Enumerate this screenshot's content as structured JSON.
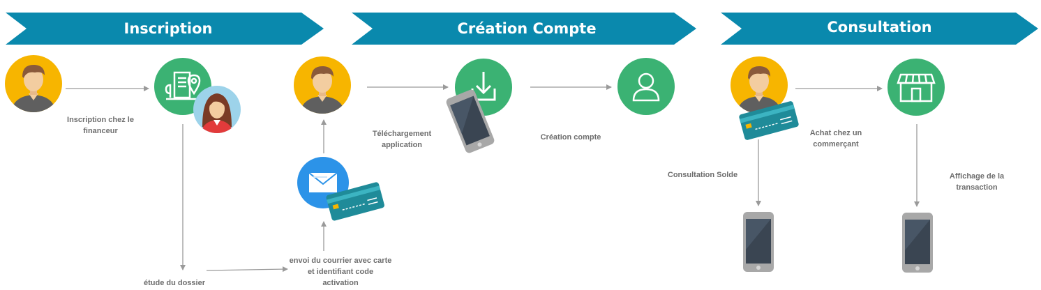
{
  "phases": {
    "inscription": "Inscription",
    "creation": "Création Compte",
    "consultation": "Consultation"
  },
  "steps": {
    "inscription_financeur": "Inscription chez le\nfinanceur",
    "etude_dossier": "étude du dossier",
    "envoi_courrier": "envoi du courrier avec carte\net identifiant code\nactivation",
    "telechargement": "Téléchargement\napplication",
    "creation_compte": "Création compte",
    "consultation_solde": "Consultation Solde",
    "achat": "Achat chez un\ncommerçant",
    "affichage": "Affichage de la\ntransaction"
  },
  "colors": {
    "banner": "#0a89ad",
    "green": "#3bb273",
    "yellow": "#f7b500",
    "blue": "#2c93e8",
    "card": "#1f8b99",
    "arrow": "#9a9a9a"
  }
}
